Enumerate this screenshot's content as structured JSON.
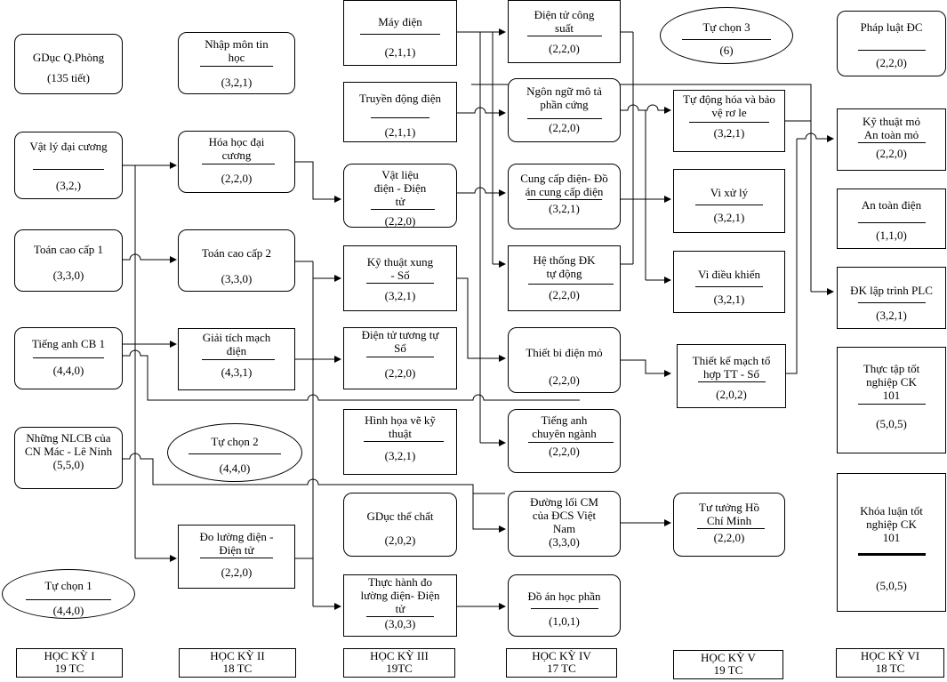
{
  "semesters": [
    {
      "name": "HỌC KỲ I",
      "credits": "19 TC"
    },
    {
      "name": "HỌC KỲ II",
      "credits": "18 TC"
    },
    {
      "name": "HỌC KỲ III",
      "credits": "19TC"
    },
    {
      "name": "HỌC KỲ IV",
      "credits": "17 TC"
    },
    {
      "name": "HỌC KỲ V",
      "credits": "19 TC"
    },
    {
      "name": "HỌC KỲ VI",
      "credits": "18 TC"
    }
  ],
  "courses": {
    "gduc_qp": {
      "name": "GDục Q.Phòng",
      "credits": "(135 tiết)"
    },
    "vat_ly": {
      "name": "Vật lý đại cương",
      "credits": "(3,2,)"
    },
    "toan_cc1": {
      "name": "Toán cao cấp 1",
      "credits": "(3,3,0)"
    },
    "tieng_anh1": {
      "name": "Tiếng anh CB 1",
      "credits": "(4,4,0)"
    },
    "nlcb": {
      "name": "Những NLCB của CN Mác - Lê Ninh",
      "credits": "(5,5,0)"
    },
    "tu_chon1": {
      "name": "Tự chọn 1",
      "credits": "(4,4,0)"
    },
    "nhap_mon": {
      "name": "Nhập môn tin học",
      "credits": "(3,2,1)"
    },
    "hoa_hoc": {
      "name": "Hóa học đại cương",
      "credits": "(2,2,0)"
    },
    "toan_cc2": {
      "name": "Toán cao cấp 2",
      "credits": "(3,3,0)"
    },
    "giai_tich": {
      "name": "Giải tích mạch điện",
      "credits": "(4,3,1)"
    },
    "tu_chon2": {
      "name": "Tự chọn 2",
      "credits": "(4,4,0)"
    },
    "do_luong": {
      "name": "Đo lường điện - Điện tử",
      "credits": "(2,2,0)"
    },
    "may_dien": {
      "name": "Máy điện",
      "credits": "(2,1,1)"
    },
    "truyen_dong": {
      "name": "Truyền động điện",
      "credits": "(2,1,1)"
    },
    "vat_lieu": {
      "name": "Vật liệu điện - Điện tử",
      "credits": "(2,2,0)"
    },
    "ky_thuat_xung": {
      "name": "Kỹ thuật xung - Số",
      "credits": "(3,2,1)"
    },
    "dien_tu_tt": {
      "name": "Điện tử tương tự Số",
      "credits": "(2,2,0)"
    },
    "hinh_hoa": {
      "name": "Hình họa vẽ kỹ thuật",
      "credits": "(3,2,1)"
    },
    "gduc_tc": {
      "name": "GDục thể chất",
      "credits": "(2,0,2)"
    },
    "thuc_hanh": {
      "name": "Thực hành đo lường điện- Điện tử",
      "credits": "(3,0,3)"
    },
    "dien_tu_cs": {
      "name": "Điện tử công suất",
      "credits": "(2,2,0)"
    },
    "ngon_ngu": {
      "name": "Ngôn ngữ mô tả phần cứng",
      "credits": "(2,2,0)"
    },
    "cung_cap": {
      "name": "Cung cấp điện- Đồ án cung cấp điện",
      "credits": "(3,2,1)"
    },
    "he_thong": {
      "name": "Hệ thống ĐK tự động",
      "credits": "(2,2,0)"
    },
    "thiet_bi": {
      "name": "Thiết bi điện mỏ",
      "credits": "(2,2,0)"
    },
    "tieng_anh_cn": {
      "name": "Tiếng anh chuyên ngành",
      "credits": "(2,2,0)"
    },
    "duong_loi": {
      "name": "Đường lối CM của ĐCS Việt Nam",
      "credits": "(3,3,0)"
    },
    "do_an": {
      "name": "Đồ án học phần",
      "credits": "(1,0,1)"
    },
    "tu_chon3": {
      "name": "Tự chọn 3",
      "credits": "(6)"
    },
    "tu_dong_hoa": {
      "name": "Tự động hóa và bảo vệ rơ le",
      "credits": "(3,2,1)"
    },
    "vi_xu_ly": {
      "name": "Vi xử lý",
      "credits": "(3,2,1)"
    },
    "vi_dieu_khien": {
      "name": "Vi điều khiển",
      "credits": "(3,2,1)"
    },
    "thiet_ke": {
      "name": "Thiết kế mạch tổ hợp TT - Số",
      "credits": "(2,0,2)"
    },
    "tu_tuong": {
      "name": "Tư tưởng Hồ Chí Minh",
      "credits": "(2,2,0)"
    },
    "phap_luat": {
      "name": "Pháp luật ĐC",
      "credits": "(2,2,0)"
    },
    "ky_thuat_mo": {
      "name": "Kỹ thuật mỏ An toàn mỏ",
      "credits": "(2,2,0)"
    },
    "an_toan": {
      "name": "An toàn điện",
      "credits": "(1,1,0)"
    },
    "dk_plc": {
      "name": "ĐK lập trình PLC",
      "credits": "(3,2,1)"
    },
    "thuc_tap": {
      "name": "Thực tập tốt nghiệp CK 101",
      "credits": "(5,0,5)"
    },
    "khoa_luan": {
      "name": "Khóa luận tốt nghiệp CK 101",
      "credits": "(5,0,5)"
    }
  }
}
